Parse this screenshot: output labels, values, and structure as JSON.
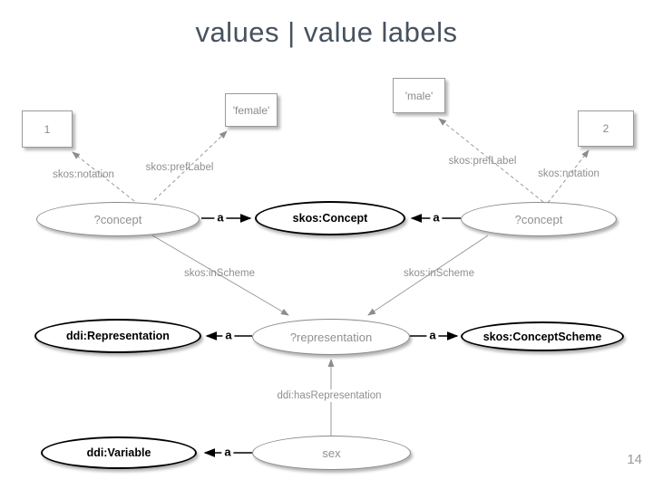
{
  "slide": {
    "title": "values | value labels",
    "page_number": "14"
  },
  "colors": {
    "title_text": "#47525f",
    "bold_node_stroke": "#000000",
    "gray_node_stroke": "#8a8a8a",
    "gray_text": "#909090",
    "edge_gray": "#8c8c8c",
    "background": "#ffffff"
  },
  "diagram": {
    "boxes": {
      "one": "1",
      "female": "'female'",
      "male": "'male'",
      "two": "2"
    },
    "nodes": {
      "concept_left": "?concept",
      "skos_concept": "skos:Concept",
      "concept_right": "?concept",
      "ddi_representation": "ddi:Representation",
      "representation": "?representation",
      "skos_concept_scheme": "skos:ConceptScheme",
      "ddi_variable": "ddi:Variable",
      "sex": "sex"
    },
    "edge_labels": {
      "skos_notation": "skos:notation",
      "skos_pref_label": "skos:prefLabel",
      "skos_in_scheme": "skos:inScheme",
      "ddi_has_representation": "ddi:hasRepresentation",
      "rdf_type": "a"
    }
  }
}
